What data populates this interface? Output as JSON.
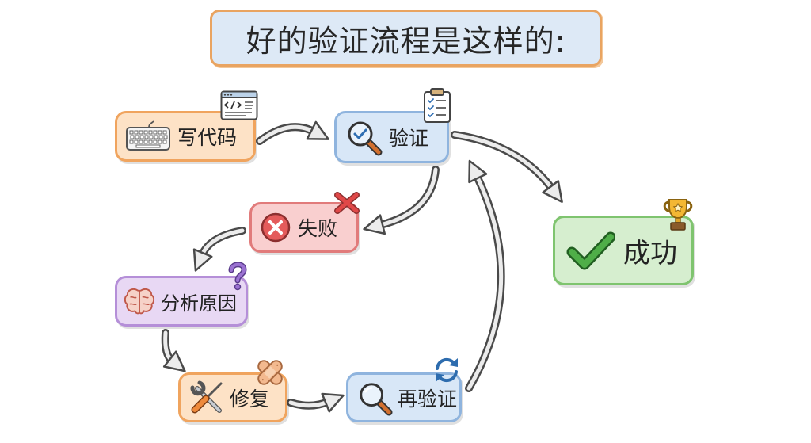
{
  "title": "好的验证流程是这样的:",
  "title_box": {
    "fill": "#dde9f6",
    "border": "#e9a461"
  },
  "nodes": {
    "write_code": {
      "label": "写代码",
      "icon": "keyboard-icon",
      "badge_icon": "code-window-icon",
      "fill": "#fde2c6",
      "border": "#f0a45e"
    },
    "verify": {
      "label": "验证",
      "icon": "magnifier-check-icon",
      "badge_icon": "clipboard-checklist-icon",
      "fill": "#d8e7f7",
      "border": "#8fb4de"
    },
    "fail": {
      "label": "失败",
      "icon": "x-circle-icon",
      "badge_icon": "red-x-icon",
      "fill": "#f9cfcf",
      "border": "#e17b7b"
    },
    "analyze": {
      "label": "分析原因",
      "icon": "brain-icon",
      "badge_icon": "question-mark-icon",
      "fill": "#e8d8f4",
      "border": "#b58fd8"
    },
    "fix": {
      "label": "修复",
      "icon": "wrench-screwdriver-icon",
      "badge_icon": "bandage-icon",
      "fill": "#fde2c6",
      "border": "#f0a45e"
    },
    "reverify": {
      "label": "再验证",
      "icon": "magnifier-icon",
      "badge_icon": "refresh-icon",
      "fill": "#d8e7f7",
      "border": "#8fb4de"
    },
    "success": {
      "label": "成功",
      "icon": "checkmark-icon",
      "badge_icon": "trophy-icon",
      "fill": "#d6eecf",
      "border": "#7fc46f"
    }
  },
  "arrow_color": "#4a4a4a"
}
